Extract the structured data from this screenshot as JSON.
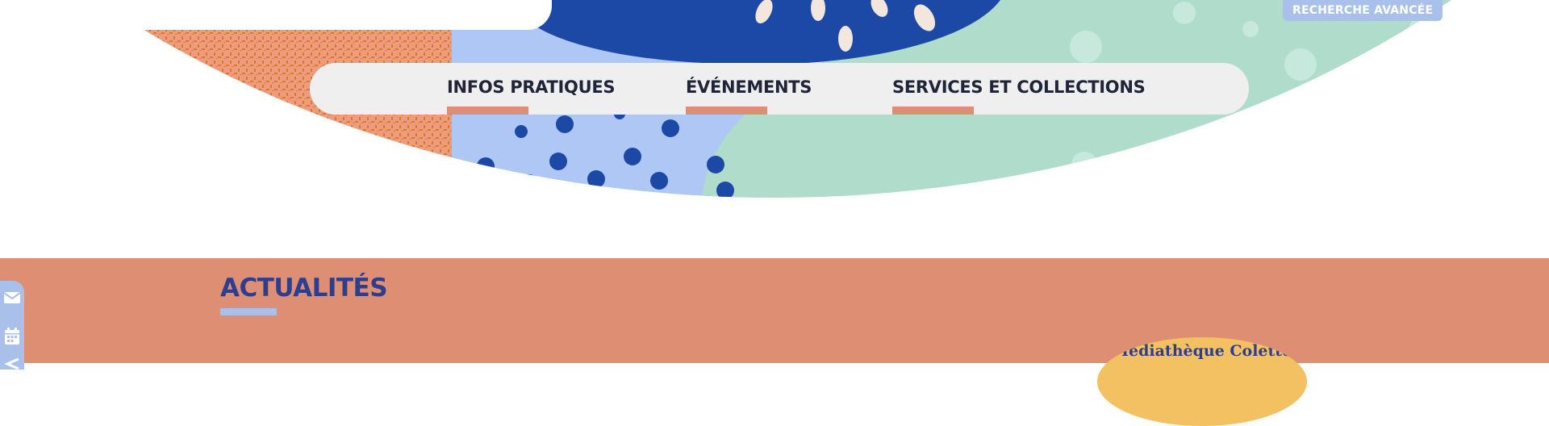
{
  "header": {
    "advanced_search_label": "RECHERCHE AVANCÉE"
  },
  "nav": {
    "items": [
      {
        "label": "INFOS PRATIQUES"
      },
      {
        "label": "ÉVÉNEMENTS"
      },
      {
        "label": "SERVICES ET COLLECTIONS"
      }
    ]
  },
  "news": {
    "title": "ACTUALITÉS"
  },
  "side_toolbar": {
    "icons": [
      "envelope-icon",
      "calendar-icon",
      "chevron-icon"
    ]
  },
  "promo": {
    "label": "Médiathèque Colette"
  },
  "colors": {
    "accent": "#de8f73",
    "brand_blue": "#2f3d8f",
    "light_blue": "#a9c0ea",
    "nav_text": "#1f2438",
    "nav_bg": "#efefef",
    "promo_yellow": "#f3c062"
  }
}
